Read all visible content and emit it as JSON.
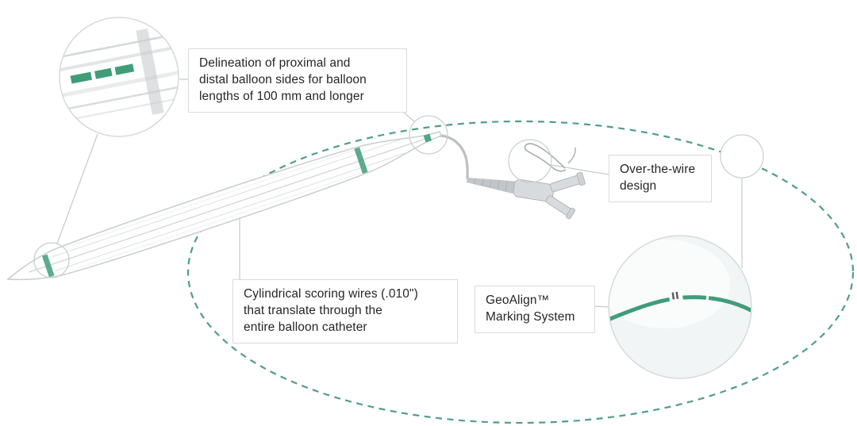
{
  "colors": {
    "dash_green": "#4f9f85",
    "accent_green": "#3f9d78",
    "box_border": "#d8ddda",
    "text": "#262626",
    "line_gray": "#c4cac7",
    "device_gray": "#c6cacd"
  },
  "labels": {
    "delineation": "Delineation of proximal and\ndistal balloon sides for balloon\nlengths of 100 mm and longer",
    "over_the_wire": "Over-the-wire\ndesign",
    "scoring_wires": "Cylindrical scoring wires (.010\")\nthat translate through the\nentire balloon catheter",
    "geoalign": "GeoAlign™\nMarking System"
  }
}
